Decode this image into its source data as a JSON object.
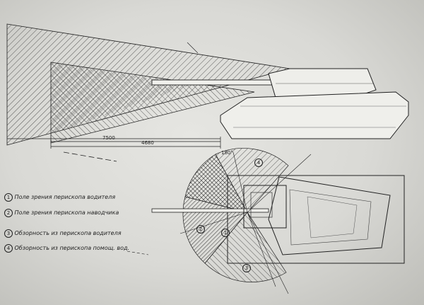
{
  "dimensions": {
    "first": "7500",
    "second": "4680"
  },
  "angle_label": "180°",
  "legend": [
    {
      "num": "1",
      "text": "Поле зрения перископа водителя"
    },
    {
      "num": "2",
      "text": "Поле зрения перископа наводчика"
    },
    {
      "num": "3",
      "text": "Обзорность из перископа водителя"
    },
    {
      "num": "4",
      "text": "Обзорность из перископа помощ. вод."
    }
  ],
  "zone_markers": [
    "1",
    "2",
    "3",
    "4"
  ]
}
